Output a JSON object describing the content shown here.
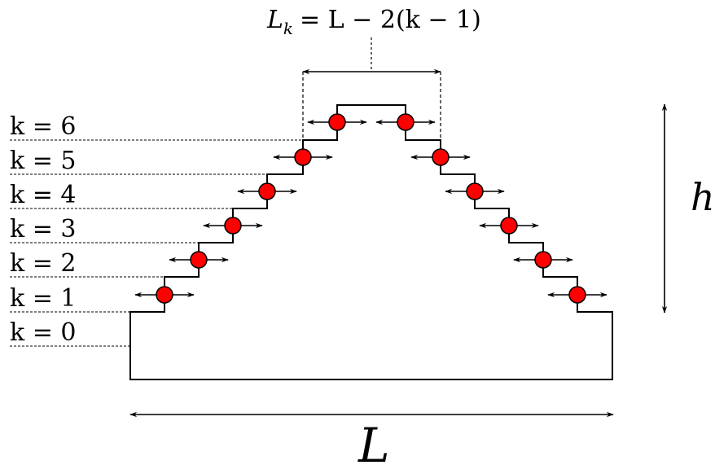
{
  "formula": {
    "lhs": "L",
    "lhs_sub": "k",
    "rhs": "= L − 2(k − 1)"
  },
  "level_labels": [
    "k = 6",
    "k = 5",
    "k = 4",
    "k = 3",
    "k = 2",
    "k = 1",
    "k = 0"
  ],
  "dimension_labels": {
    "height": "h",
    "width": "L"
  },
  "colors": {
    "particle": "#ff0000",
    "stroke": "#000000"
  }
}
